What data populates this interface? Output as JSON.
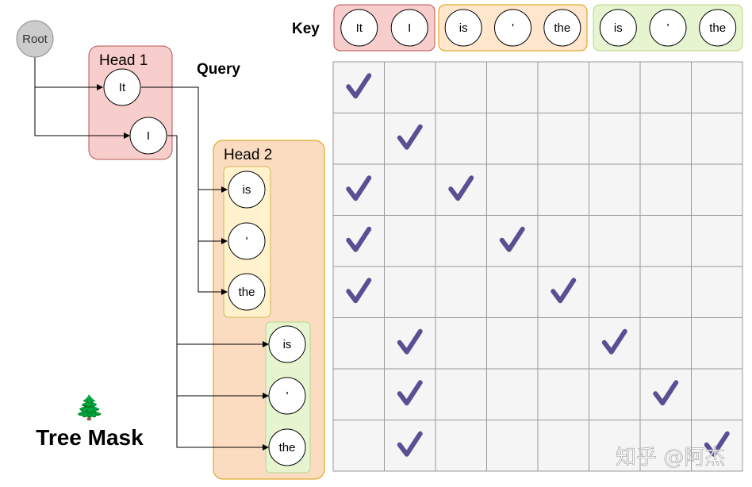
{
  "root_label": "Root",
  "head1_label": "Head 1",
  "head2_label": "Head 2",
  "query_label": "Query",
  "key_label": "Key",
  "tree_icon": "🌲",
  "tree_mask_label": "Tree Mask",
  "watermark": "知乎 @阿杰",
  "head1_tokens": [
    "It",
    "I"
  ],
  "branch1_tokens": [
    "is",
    "'",
    "the"
  ],
  "branch2_tokens": [
    "is",
    "'",
    "the"
  ],
  "key_groups": [
    {
      "tokens": [
        "It",
        "I"
      ],
      "color": "#f8cecc",
      "border": "#b85450"
    },
    {
      "tokens": [
        "is",
        "'",
        "the"
      ],
      "color": "#ffe6cc",
      "border": "#d79b00"
    },
    {
      "tokens": [
        "is",
        "'",
        "the"
      ],
      "color": "#e6f5d0",
      "border": "#b9d48a"
    }
  ],
  "colors": {
    "check": "#5b4f94",
    "grid_fill": "#f5f5f5",
    "grid_line": "#999999",
    "root_fill": "#cccccc",
    "head1_fill": "#f8cecc",
    "head1_border": "#b85450",
    "head2_fill": "#fbdcc1",
    "head2_border": "#d79b00",
    "branch1_fill": "#fff2cc",
    "branch1_border": "#d6b656",
    "branch2_fill": "#e6f5d0",
    "branch2_border": "#b9d48a"
  },
  "mask": [
    [
      1,
      0,
      0,
      0,
      0,
      0,
      0,
      0
    ],
    [
      0,
      1,
      0,
      0,
      0,
      0,
      0,
      0
    ],
    [
      1,
      0,
      1,
      0,
      0,
      0,
      0,
      0
    ],
    [
      1,
      0,
      0,
      1,
      0,
      0,
      0,
      0
    ],
    [
      1,
      0,
      0,
      0,
      1,
      0,
      0,
      0
    ],
    [
      0,
      1,
      0,
      0,
      0,
      1,
      0,
      0
    ],
    [
      0,
      1,
      0,
      0,
      0,
      0,
      1,
      0
    ],
    [
      0,
      1,
      0,
      0,
      0,
      0,
      0,
      1
    ]
  ]
}
